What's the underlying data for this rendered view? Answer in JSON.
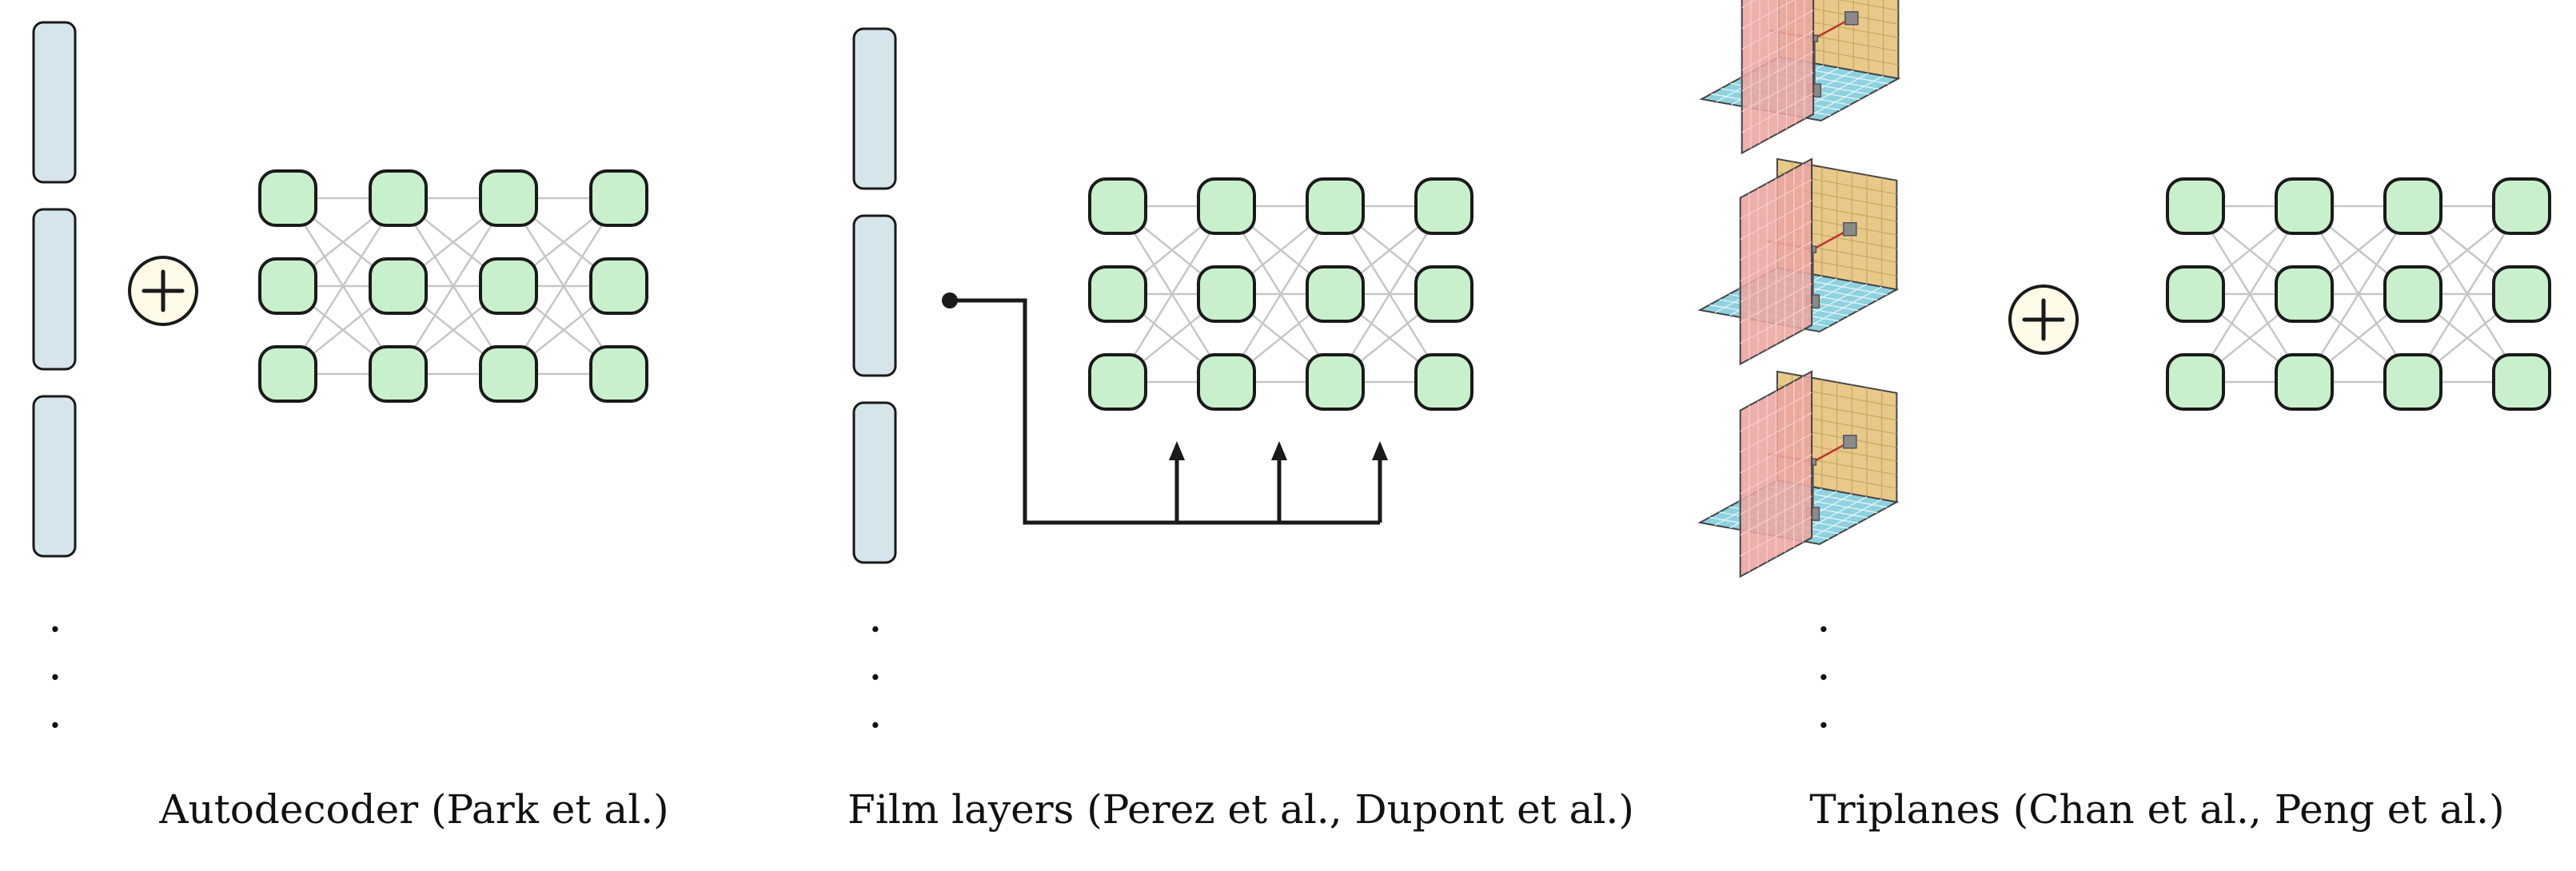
{
  "captions": {
    "autodecoder": "Autodecoder (Park et al.)",
    "film": "Film layers (Perez et al., Dupont et al.)",
    "triplanes": "Triplanes (Chan et al., Peng et al.)"
  },
  "plus_symbol": "+",
  "colors": {
    "latent_fill": "#d6e4eb",
    "node_fill": "#c9f0cc",
    "stroke": "#1a1a1a",
    "edge": "#c7c7c7",
    "plane_yellow": "#e8c98a",
    "plane_pink": "#eba5a0",
    "plane_blue": "#8fd2df"
  },
  "network": {
    "columns": 4,
    "rows": 3
  }
}
